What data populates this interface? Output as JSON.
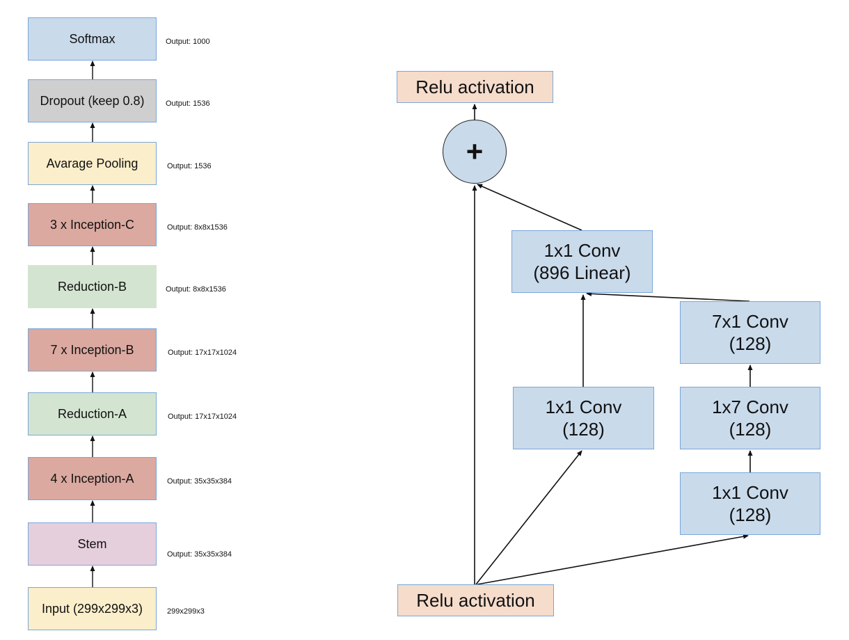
{
  "left_stack": {
    "blocks": [
      {
        "label": "Softmax",
        "output": "Output: 1000",
        "color": "#c9daeb",
        "border": "#7aa6d9"
      },
      {
        "label": "Dropout (keep 0.8)",
        "output": "Output: 1536",
        "color": "#cfcfcf",
        "border": "#7aa6d9"
      },
      {
        "label": "Avarage Pooling",
        "output": "Output: 1536",
        "color": "#fbeeca",
        "border": "#7aa6d9"
      },
      {
        "label": "3 x Inception-C",
        "output": "Output: 8x8x1536",
        "color": "#dba9a0",
        "border": "#7aa6d9"
      },
      {
        "label": "Reduction-B",
        "output": "Output: 8x8x1536",
        "color": "#d3e5d0",
        "border": "#d3e5d0"
      },
      {
        "label": "7 x Inception-B",
        "output": "Output: 17x17x1024",
        "color": "#dba9a0",
        "border": "#7aa6d9"
      },
      {
        "label": "Reduction-A",
        "output": "Output: 17x17x1024",
        "color": "#d3e5d0",
        "border": "#7aa6d9"
      },
      {
        "label": "4 x Inception-A",
        "output": "Output: 35x35x384",
        "color": "#dba9a0",
        "border": "#7aa6d9"
      },
      {
        "label": "Stem",
        "output": "Output: 35x35x384",
        "color": "#e5cfdc",
        "border": "#7aa6d9"
      },
      {
        "label": "Input (299x299x3)",
        "output": "299x299x3",
        "color": "#fbeeca",
        "border": "#7aa6d9"
      }
    ]
  },
  "block_diagram": {
    "top_relu": "Relu activation",
    "sum_symbol": "+",
    "conv_896": {
      "line1": "1x1 Conv",
      "line2": "(896 Linear)"
    },
    "conv_7x1": {
      "line1": "7x1 Conv",
      "line2": "(128)"
    },
    "conv_1x1_left": {
      "line1": "1x1 Conv",
      "line2": "(128)"
    },
    "conv_1x7": {
      "line1": "1x7 Conv",
      "line2": "(128)"
    },
    "conv_1x1_right": {
      "line1": "1x1 Conv",
      "line2": "(128)"
    },
    "bottom_relu": "Relu activation"
  }
}
